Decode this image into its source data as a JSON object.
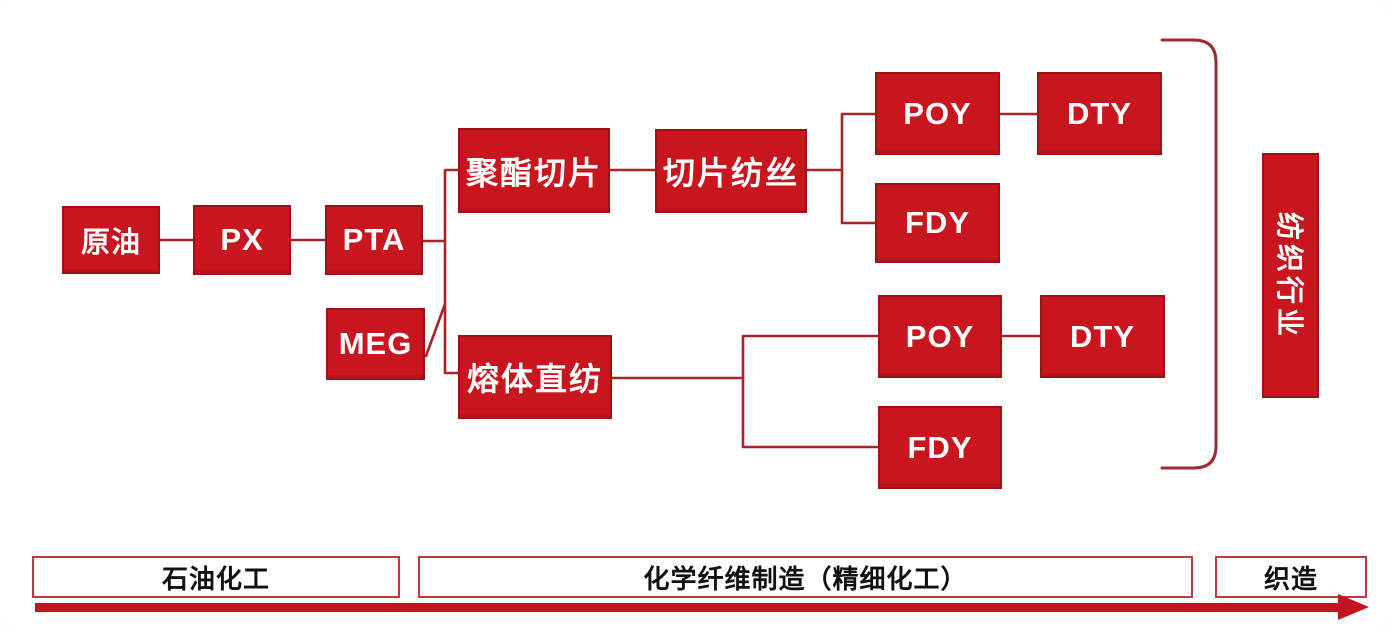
{
  "nodes": {
    "crude_oil": "原油",
    "px": "PX",
    "pta": "PTA",
    "meg": "MEG",
    "polyester_chip": "聚酯切片",
    "chip_spinning": "切片纺丝",
    "melt_direct_spinning": "熔体直纺",
    "chip_poy": "POY",
    "chip_dty": "DTY",
    "chip_fdy": "FDY",
    "melt_poy": "POY",
    "melt_dty": "DTY",
    "melt_fdy": "FDY",
    "textile_industry": "纺织行业"
  },
  "stage_bar": {
    "petrochemical": "石油化工",
    "chemical_fiber": "化学纤维制造（精细化工）",
    "weaving": "织造"
  },
  "colors": {
    "node_fill": "#c9161e",
    "node_border": "#9e1217",
    "connector": "#ab2328",
    "bracket": "#9b2c30",
    "stage_border": "#c03a40",
    "arrow": "#c41420"
  }
}
